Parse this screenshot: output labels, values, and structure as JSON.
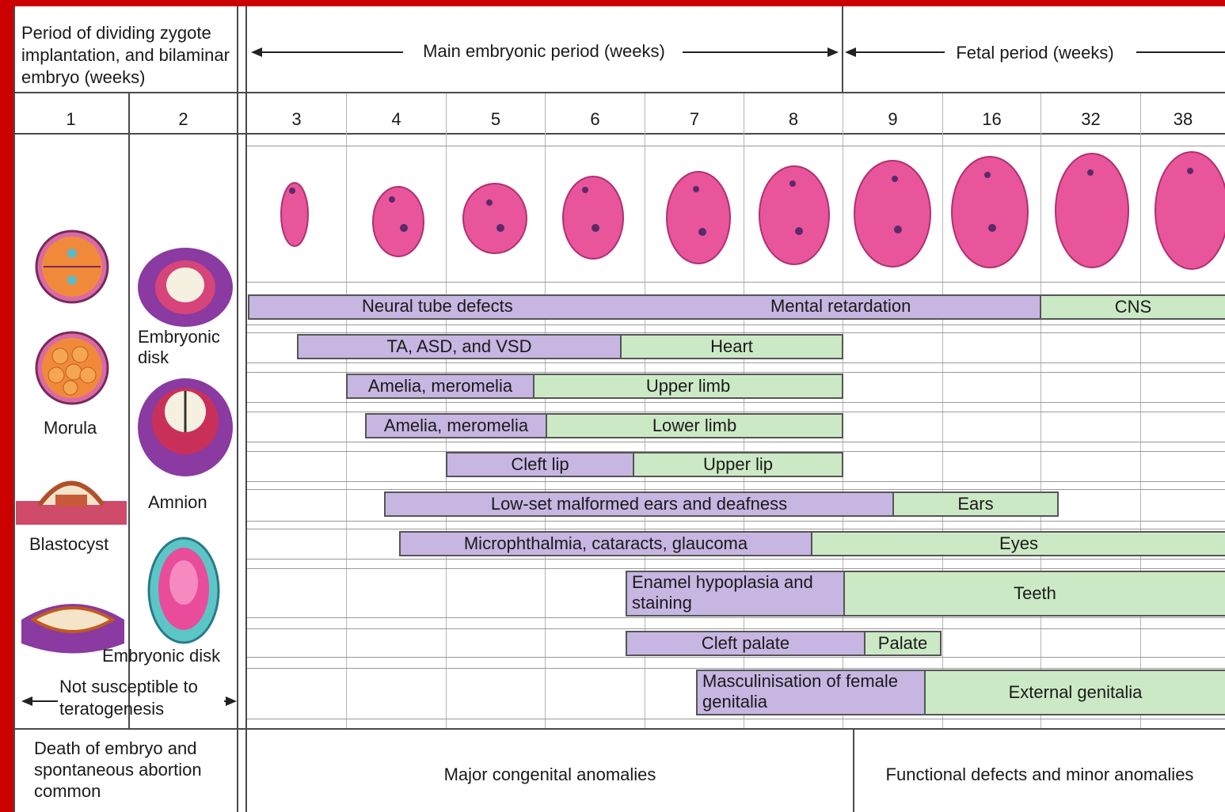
{
  "header": {
    "left_title": "Period of dividing zygote implantation, and bilaminar embryo (weeks)",
    "embryonic_label": "Main embryonic period (weeks)",
    "fetal_label": "Fetal period (weeks)"
  },
  "weeks": [
    "1",
    "2",
    "3",
    "4",
    "5",
    "6",
    "7",
    "8",
    "9",
    "16",
    "32",
    "38"
  ],
  "early_labels": {
    "morula": "Morula",
    "blastocyst": "Blastocyst",
    "embryonic_disk_1": "Embryonic disk",
    "amnion": "Amnion",
    "embryonic_disk_2": "Embryonic disk"
  },
  "bars": {
    "neural_tube": "Neural tube defects",
    "mental_retardation": "Mental retardation",
    "cns": "CNS",
    "heart_defects": "TA, ASD, and VSD",
    "heart": "Heart",
    "upper_limb_defects": "Amelia, meromelia",
    "upper_limb": "Upper limb",
    "lower_limb_defects": "Amelia, meromelia",
    "lower_limb": "Lower limb",
    "cleft_lip": "Cleft lip",
    "upper_lip": "Upper lip",
    "ear_defects": "Low-set malformed ears and deafness",
    "ears": "Ears",
    "eye_defects": "Microphthalmia, cataracts, glaucoma",
    "eyes": "Eyes",
    "teeth_defects": "Enamel hypoplasia and staining",
    "teeth": "Teeth",
    "cleft_palate": "Cleft palate",
    "palate": "Palate",
    "genital_defects": "Masculinisation of female genitalia",
    "genitalia": "External genitalia"
  },
  "footer": {
    "not_susceptible": "Not susceptible to teratogenesis",
    "death": "Death of embryo and spontaneous abortion common",
    "major": "Major congenital anomalies",
    "functional": "Functional defects and minor anomalies"
  },
  "colors": {
    "frame": "#cc0000",
    "susceptible_purple": "#c7b5e2",
    "less_sensitive_green": "#cce9c5",
    "embryo_pink": "#e8559b"
  }
}
